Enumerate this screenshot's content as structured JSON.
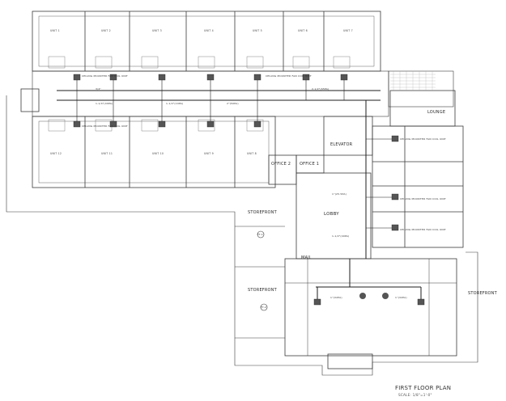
{
  "rooms": {
    "office_2": "OFFICE 2",
    "office_1": "OFFICE 1",
    "elevator": "ELEVATOR",
    "lobby": "LOBBY",
    "lounge": "LOUNGE",
    "mail": "MAIL",
    "storefront_upper": "STOREFRONT",
    "storefront_lower": "STOREFRONT",
    "storefront_right": "STOREFRONT"
  },
  "units_north": [
    "UNIT 1",
    "UNIT 2",
    "UNIT 3",
    "UNIT 4",
    "UNIT 5",
    "UNIT 6",
    "UNIT 7"
  ],
  "units_south": [
    "UNIT 12",
    "UNIT 11",
    "UNIT 10",
    "UNIT 9",
    "UNIT 8"
  ],
  "equipment_note": "CEILING MOUNTED FAN COIL UNIT",
  "pipe_sizes": {
    "main_a": "3/4\"",
    "main_b": "1-1/4\"(40PA)",
    "main_c": "1-1/2\"(10PA)",
    "main_d": "2\"(50PA)",
    "main_e": "2-1/2\"(65PA)",
    "vert_a": "1\"(25.5PA)",
    "vert_b": "1-1/2\"(40PA)",
    "lower_a": "1\"(32PA)",
    "lower_b": "1\"(32PA)"
  },
  "unit_tags": {
    "tag_a": "FT-1",
    "tag_b": "FT-2"
  },
  "drawing": {
    "title": "FIRST FLOOR PLAN",
    "scale": "SCALE: 1/8\"=1'-0\""
  }
}
